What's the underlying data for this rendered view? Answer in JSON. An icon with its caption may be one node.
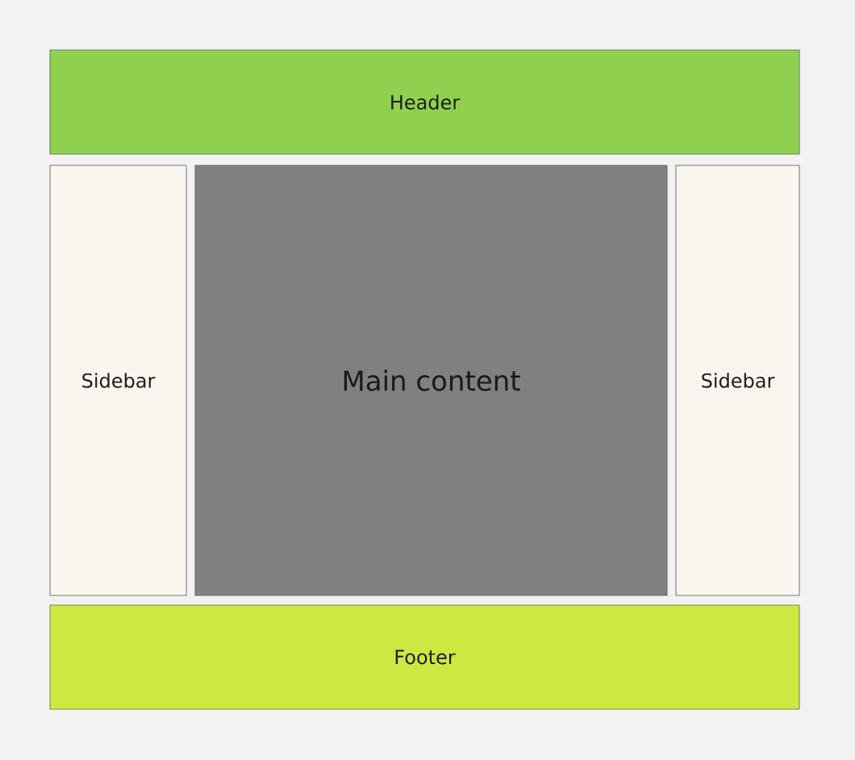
{
  "diagram": {
    "nodes": [
      {
        "text": [
          "Header"
        ]
      },
      {
        "text": [
          "Sidebar"
        ]
      },
      {
        "text": [
          "Main content"
        ]
      },
      {
        "text": [
          "Sidebar"
        ]
      },
      {
        "text": [
          "Footer"
        ]
      }
    ]
  }
}
